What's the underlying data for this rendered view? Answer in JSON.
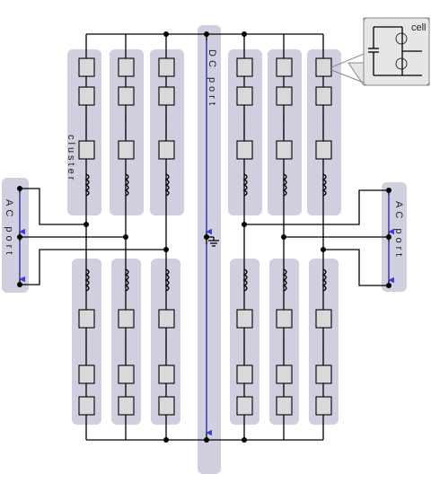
{
  "labels": {
    "cluster": "cluster",
    "dc_port": "DC port",
    "ac_port_left": "AC port",
    "ac_port_right": "AC port",
    "cell": "cell"
  },
  "colors": {
    "panel": "#cfcfe0",
    "cell_box": "#d9d9d9",
    "arrow": "#3a3ad6",
    "wire": "#000000"
  },
  "icons": [
    "ground-symbol",
    "arrow-down",
    "igbt-transistor",
    "capacitor",
    "inductor"
  ]
}
